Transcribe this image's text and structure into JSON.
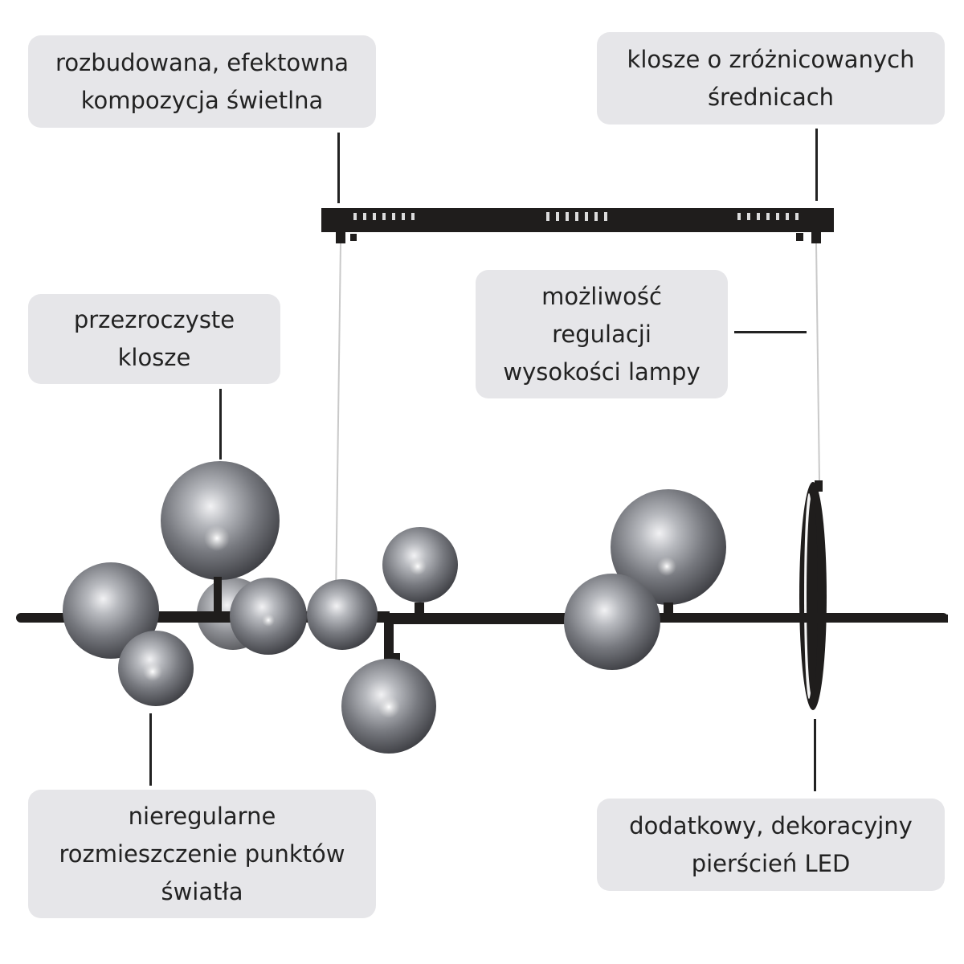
{
  "callouts": {
    "composition": "rozbudowana, efektowna\nkompozycja świetlna",
    "diameters": "klosze o zróżnicowanych\nśrednicach",
    "height": "możliwość\nregulacji\nwysokości lampy",
    "transparent": "przezroczyste\nklosze",
    "irregular": "nieregularne\nrozmieszczenie punktów\nświatła",
    "ring": "dodatkowy, dekoracyjny\npierścień LED"
  },
  "colors": {
    "callout_bg": "#e6e6e9",
    "frame": "#1f1d1c",
    "glass": "#8a8c92"
  }
}
